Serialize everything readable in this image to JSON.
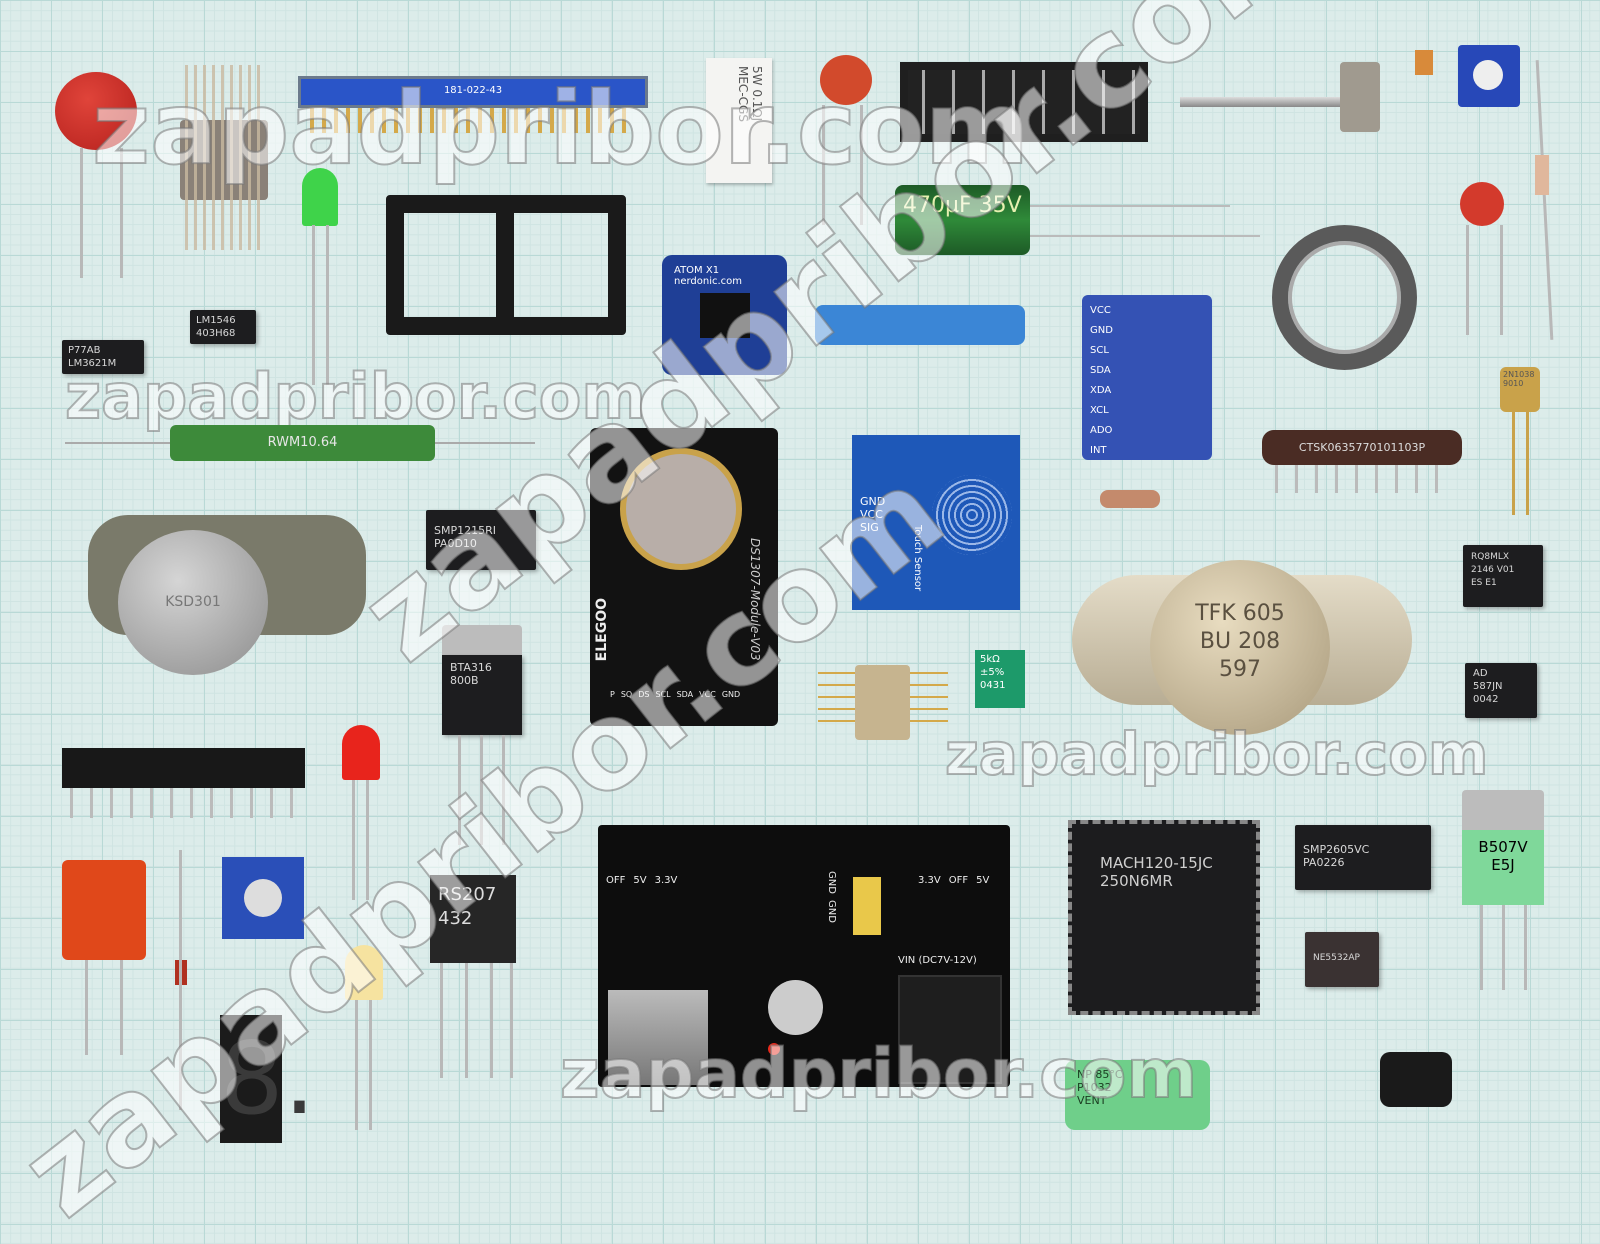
{
  "watermark": "zapadpribor.com",
  "components": {
    "header_strip": "181-022-43",
    "white_resistor": "5W 0.1ΩJ\nMEC-CGS",
    "capacitor": "470µF 35V",
    "atom_board": "ATOM X1\nnerdonic.com",
    "sensor_pins": [
      "VCC",
      "GND",
      "SCL",
      "SDA",
      "XDA",
      "XCL",
      "ADO",
      "INT"
    ],
    "chip_lm1546": "LM1546\n403H68",
    "chip_lm3621": "P77AB\nLM3621M",
    "green_resistor": "RWM10.64",
    "rtc_module": "DS1307-Module-V03",
    "rtc_brand": "ELEGOO",
    "rtc_pins": [
      "P",
      "SQ",
      "DS",
      "SCL",
      "SDA",
      "VCC",
      "GND"
    ],
    "touch_sensor": "Touch Sensor",
    "touch_pins": [
      "GND",
      "VCC",
      "SIG"
    ],
    "resistor_network": "CTSK0635770101103P",
    "transistor_small": "2N1038\n9010",
    "thermostat": "KSD301",
    "smp1215": "SMP1215RI\nPA0D10",
    "bu208": "TFK 605\nBU 208\n597",
    "rq8mlx": "RQ8MLX\n2146 V01\nES E1",
    "ad587": "AD\n587JN\n0042",
    "bta316": "BTA316\n800B",
    "trimmer_green": "5kΩ\n±5%\n0431",
    "power_supply": {
      "labels": [
        "OFF",
        "5V",
        "3.3V",
        "GND",
        "GND",
        "5V",
        "3.3V",
        "OFF"
      ],
      "vin": "VIN (DC7V-12V)"
    },
    "mach120": "MACH120-15JC\n250N6MR",
    "smp2605": "SMP2605VC\nPA0226",
    "ne5532": "NE5532AP",
    "b507v": "B507V\nE5J",
    "rs207": "RS207\n432",
    "np_capacitor": "NP 85°C\nP1032\nVENT",
    "seven_segment": "8."
  }
}
